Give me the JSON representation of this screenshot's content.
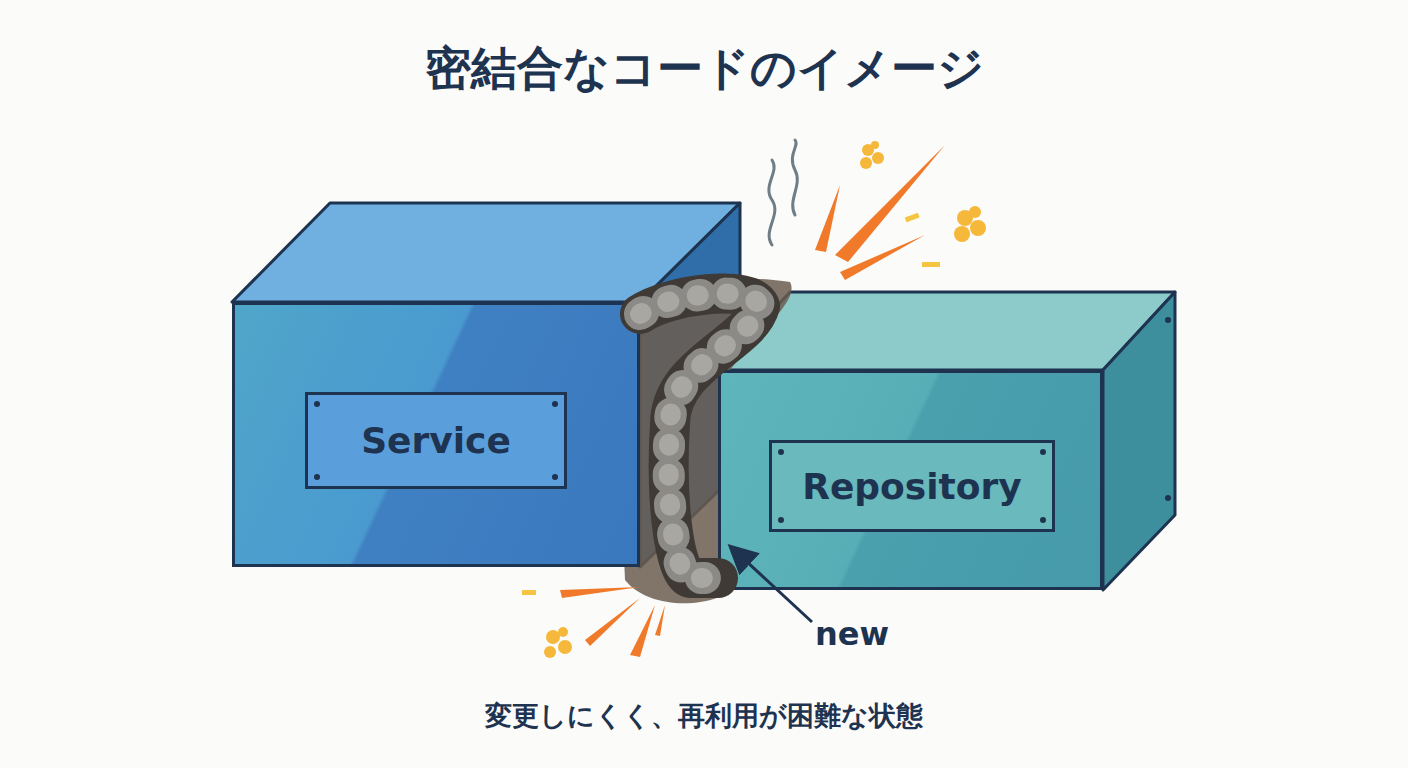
{
  "diagram": {
    "title": "密結合なコードのイメージ",
    "caption": "変更しにくく、再利用が困難な状態",
    "nodes": [
      {
        "text": [
          "Service"
        ]
      },
      {
        "text": [
          "Repository"
        ]
      }
    ],
    "edges": [
      {
        "from": 0,
        "to": 1,
        "arrow": "none"
      }
    ],
    "labels": [
      "new"
    ]
  }
}
